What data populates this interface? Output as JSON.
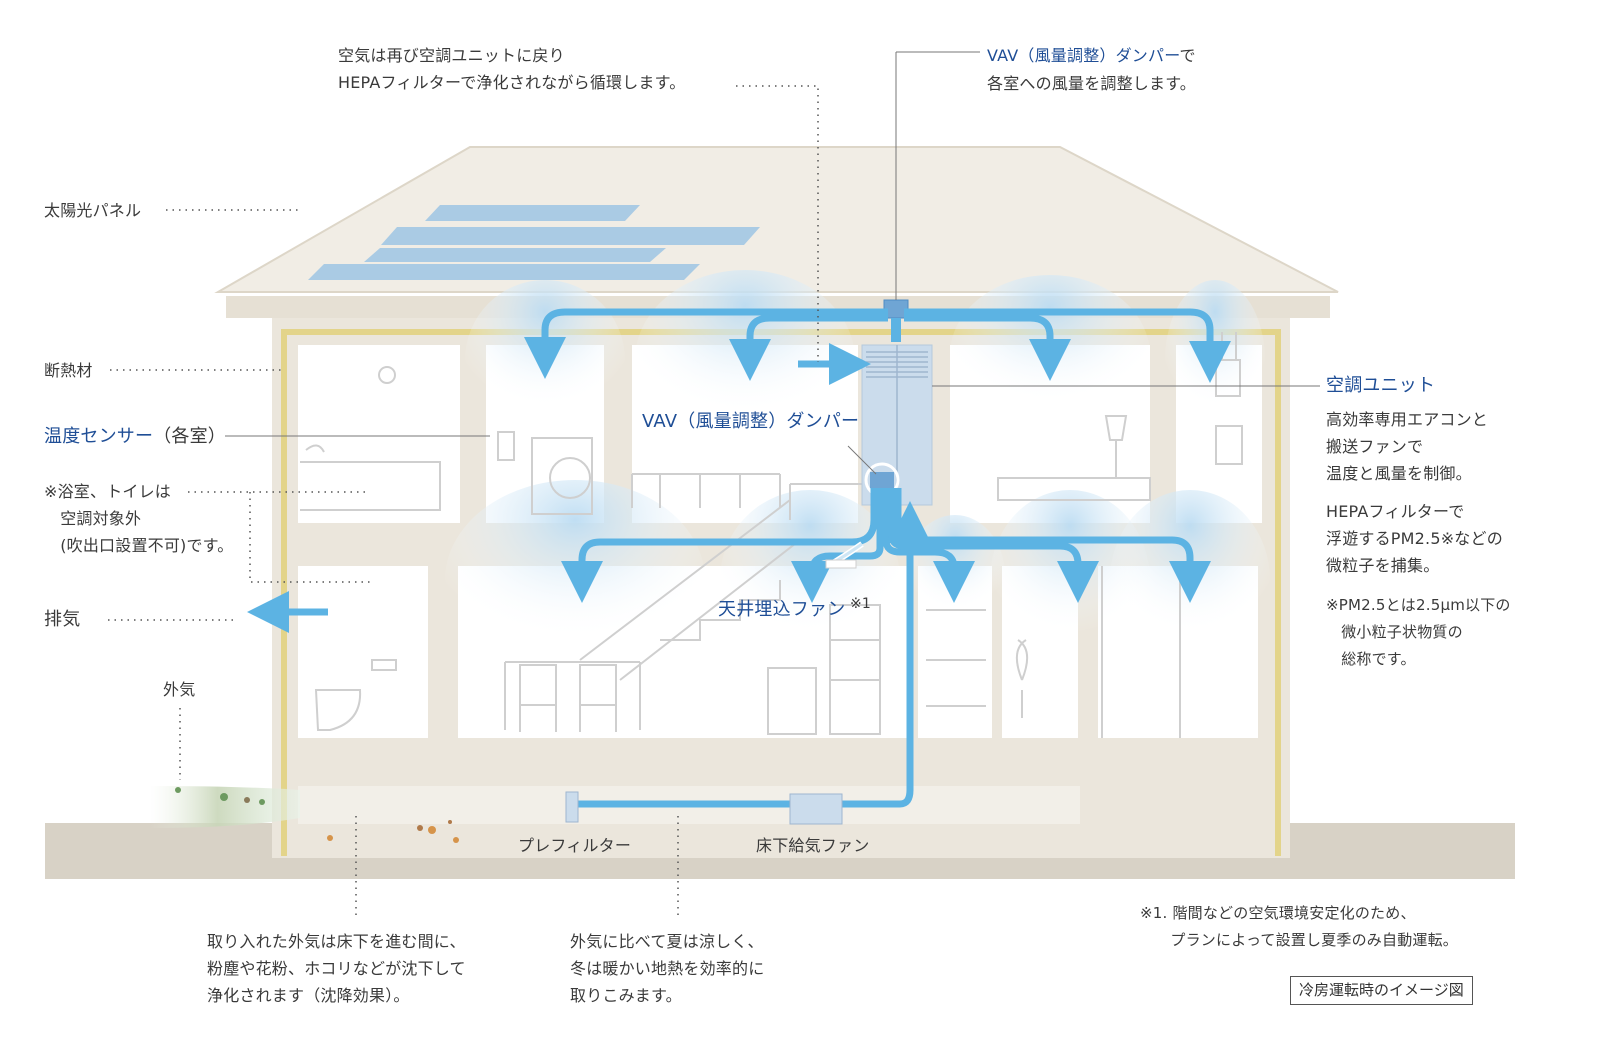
{
  "labels": {
    "air_return": "空気は再び空調ユニットに戻り\nHEPAフィルターで浄化されながら循環します。",
    "vav_top_blue": "VAV（風量調整）ダンパー",
    "vav_top_suffix": "で",
    "vav_top_line2": "各室への風量を調整します。",
    "solar_panel": "太陽光パネル",
    "insulation": "断熱材",
    "temp_sensor_blue": "温度センサー",
    "temp_sensor_suffix": "（各室）",
    "bath_note": "※浴室、トイレは\n　空調対象外\n　(吹出口設置不可)です。",
    "exhaust": "排気",
    "outside_air": "外気",
    "vav_middle": "VAV（風量調整）ダンパー",
    "ceiling_fan": "天井埋込ファン",
    "ceiling_fan_note": "※1",
    "ac_unit_title": "空調ユニット",
    "ac_unit_desc1": "高効率専用エアコンと\n搬送ファンで\n温度と風量を制御。",
    "ac_unit_desc2": "HEPAフィルターで\n浮遊するPM2.5※などの\n微粒子を捕集。",
    "ac_unit_desc3": "※PM2.5とは2.5μm以下の\n　微小粒子状物質の\n　総称です。",
    "pre_filter": "プレフィルター",
    "underfloor_fan": "床下給気ファン",
    "bottom_left": "取り入れた外気は床下を進む間に、\n粉塵や花粉、ホコリなどが沈下して\n浄化されます（沈降効果）。",
    "bottom_middle": "外気に比べて夏は涼しく、\n冬は暖かい地熱を効率的に\n取りこみます。",
    "footnote": "※1. 階間などの空気環境安定化のため、\n　　プランによって設置し夏季のみ自動運転。",
    "image_caption": "冷房運転時のイメージ図"
  },
  "colors": {
    "accent_blue": "#1f4e96",
    "airflow_blue": "#5cb3e3",
    "house_beige": "#ebe6dc",
    "insulation_yellow": "#e3d48a",
    "ground": "#d8d2c6"
  }
}
